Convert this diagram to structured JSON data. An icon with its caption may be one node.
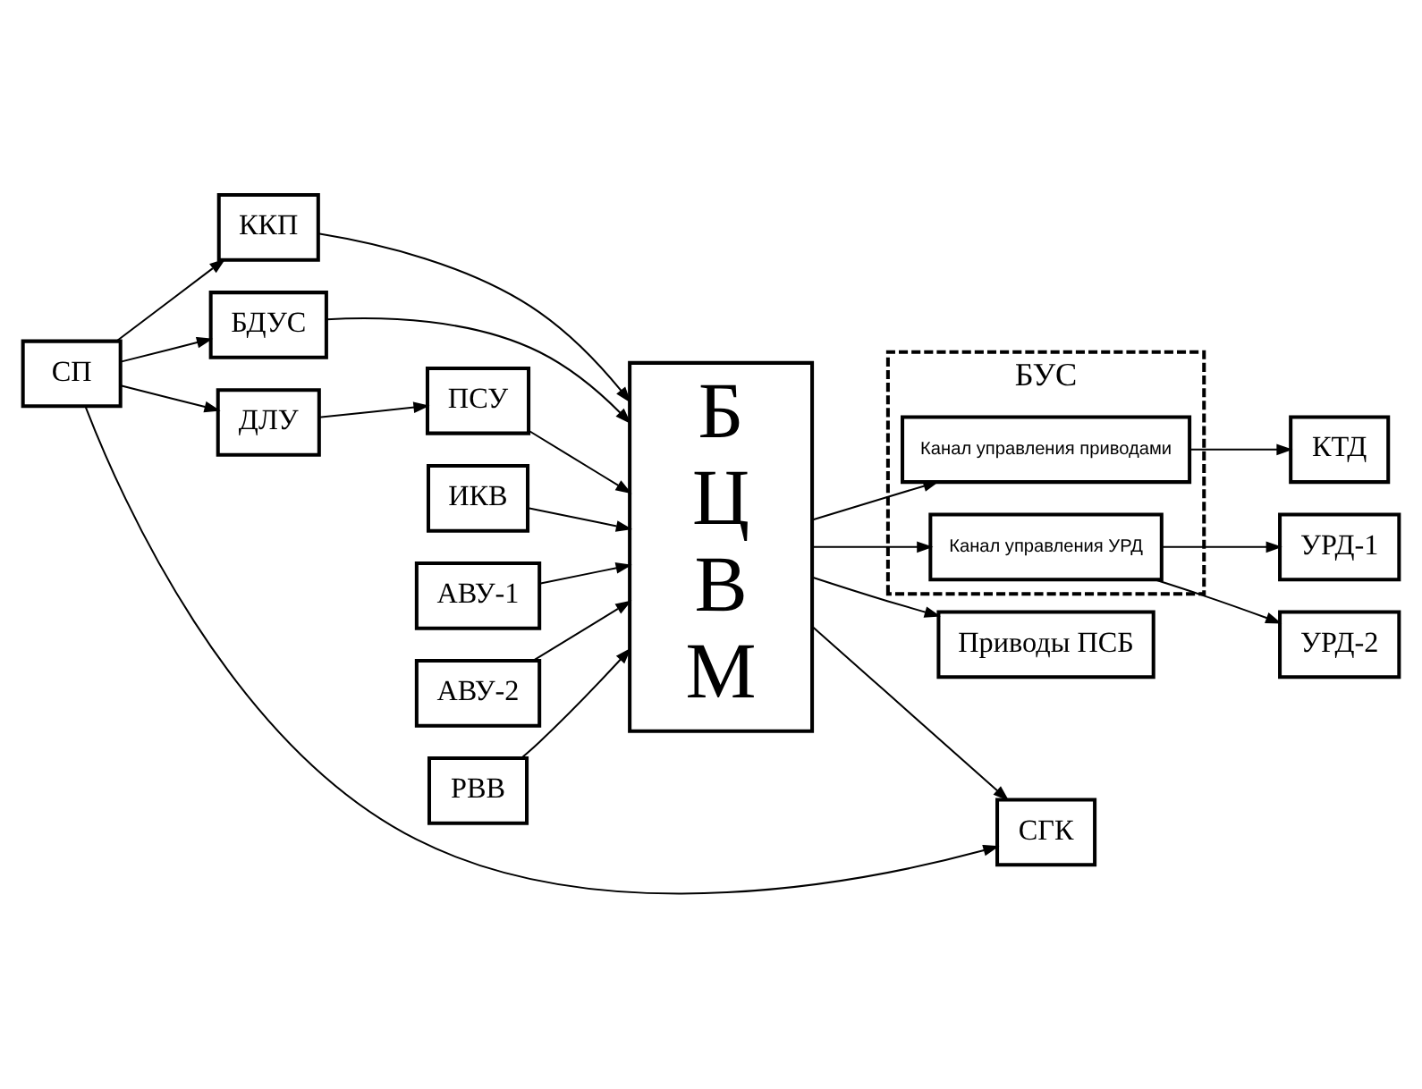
{
  "diagram": {
    "nodes": [
      {
        "text": [
          "ККП"
        ]
      },
      {
        "text": [
          "БДУС"
        ]
      },
      {
        "text": [
          "ИКВ"
        ]
      },
      {
        "text": [
          "АВУ-1"
        ]
      },
      {
        "text": [
          "АВУ-2"
        ]
      },
      {
        "text": [
          "РВВ"
        ]
      },
      {
        "text": [
          "ДЛУ"
        ]
      },
      {
        "text": [
          "ПСУ"
        ]
      },
      {
        "text": [
          "Б Ц В М"
        ]
      },
      {
        "text": [
          "БУС"
        ]
      },
      {
        "text": [
          "Канал управления приводами"
        ],
        "in": 9
      },
      {
        "text": [
          "Канал управления УРД"
        ],
        "in": 9
      },
      {
        "text": [
          "КТД"
        ]
      },
      {
        "text": [
          "УРД-1"
        ]
      },
      {
        "text": [
          "УРД-2"
        ]
      },
      {
        "text": [
          "Приводы ПСБ"
        ]
      },
      {
        "text": [
          "СГК"
        ]
      },
      {
        "text": [
          "СП"
        ]
      }
    ],
    "edges": [
      {
        "from": 0,
        "to": 8,
        "arrow": "to"
      },
      {
        "from": 1,
        "to": 8,
        "arrow": "to"
      },
      {
        "from": 2,
        "to": 8,
        "arrow": "to"
      },
      {
        "from": 3,
        "to": 8,
        "arrow": "to"
      },
      {
        "from": 4,
        "to": 8,
        "arrow": "to"
      },
      {
        "from": 5,
        "to": 8,
        "arrow": "to"
      },
      {
        "from": 6,
        "to": 7,
        "arrow": "to"
      },
      {
        "from": 7,
        "to": 8,
        "arrow": "to"
      },
      {
        "from": 8,
        "to": 10,
        "arrow": "to"
      },
      {
        "from": 8,
        "to": 11,
        "arrow": "to"
      },
      {
        "from": 8,
        "to": 15,
        "arrow": "to"
      },
      {
        "from": 8,
        "to": 16,
        "arrow": "to"
      },
      {
        "from": 10,
        "to": 12,
        "arrow": "to"
      },
      {
        "from": 11,
        "to": 13,
        "arrow": "to"
      },
      {
        "from": 11,
        "to": 14,
        "arrow": "to"
      },
      {
        "from": 17,
        "to": 0,
        "arrow": "to"
      },
      {
        "from": 17,
        "to": 1,
        "arrow": "to"
      },
      {
        "from": 17,
        "to": 6,
        "arrow": "to"
      },
      {
        "from": 17,
        "to": 16,
        "arrow": "to"
      }
    ]
  }
}
